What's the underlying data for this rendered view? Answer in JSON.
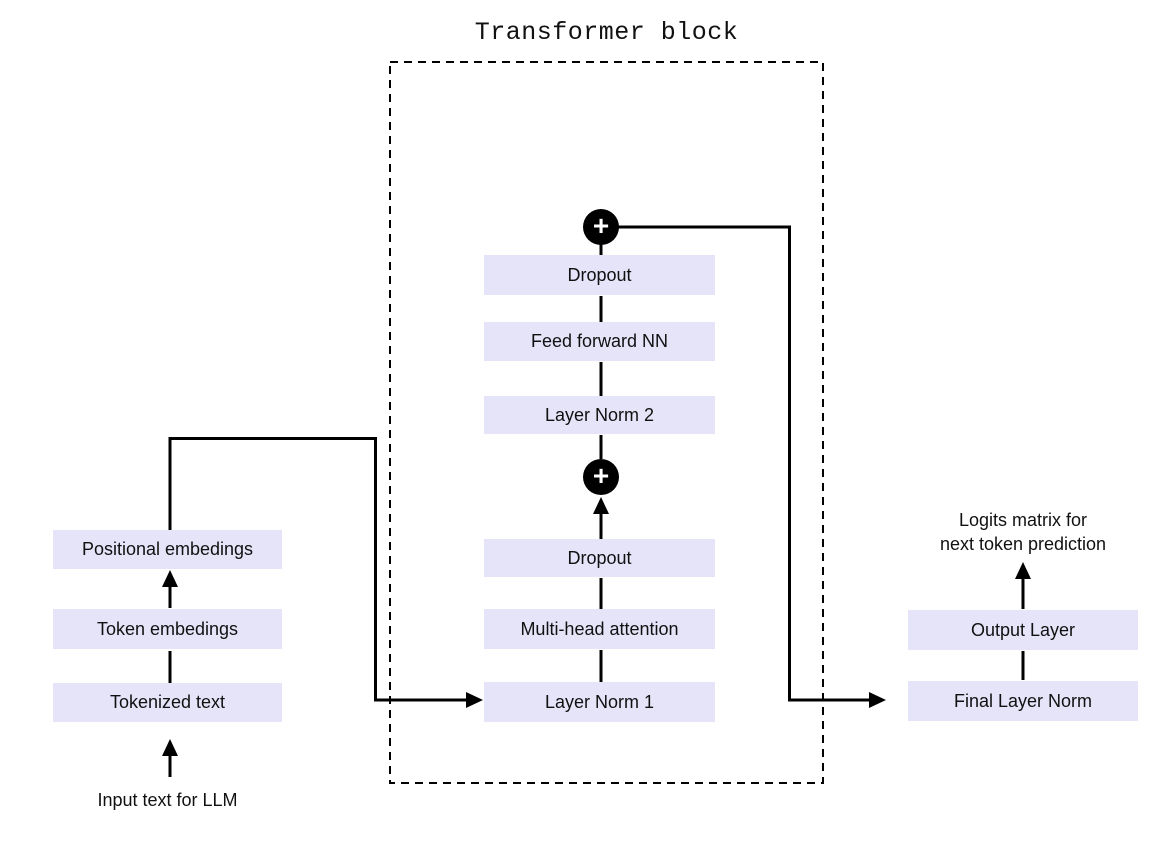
{
  "colors": {
    "box_fill": "#e6e4f9",
    "line": "#000000",
    "text": "#111111",
    "background": "#ffffff"
  },
  "icons": {
    "add": "+"
  },
  "input_column": {
    "caption": "Input text for LLM",
    "boxes": [
      {
        "label": "Tokenized text"
      },
      {
        "label": "Token embedings"
      },
      {
        "label": "Positional embedings"
      }
    ]
  },
  "transformer_block": {
    "label": "Transformer block",
    "boxes": [
      {
        "label": "Layer Norm 1"
      },
      {
        "label": "Multi-head attention"
      },
      {
        "label": "Dropout"
      },
      {
        "label": "Layer Norm 2"
      },
      {
        "label": "Feed forward NN"
      },
      {
        "label": "Dropout"
      }
    ]
  },
  "output_column": {
    "caption": "Logits matrix for\nnext token prediction",
    "boxes": [
      {
        "label": "Final Layer Norm"
      },
      {
        "label": "Output Layer"
      }
    ]
  }
}
